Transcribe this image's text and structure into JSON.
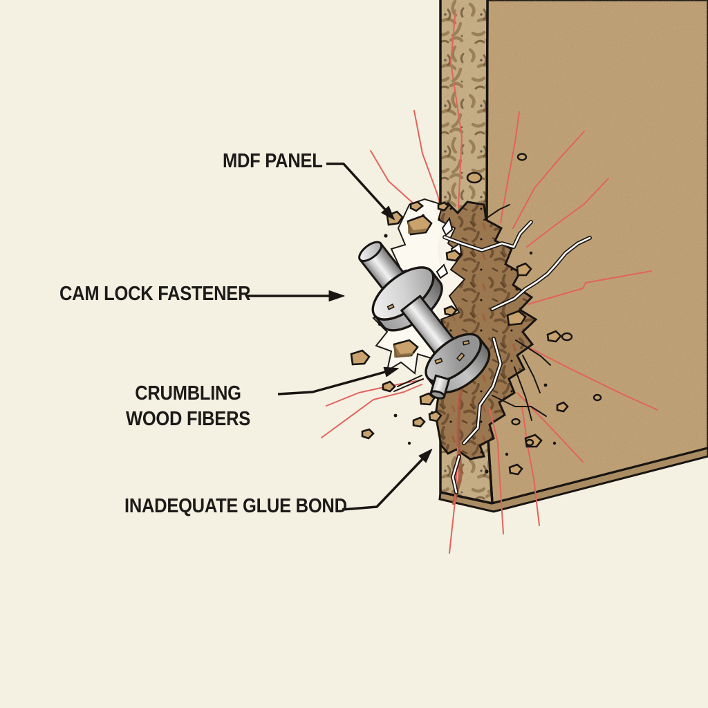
{
  "figure": {
    "type": "technical-illustration",
    "subject": "MDF panel cam-lock fastener pull-out failure",
    "labels": {
      "mdf_panel": "MDF PANEL",
      "cam_lock_fastener": "CAM LOCK FASTENER",
      "crumbling_wood_fibers": "CRUMBLING WOOD FIBERS",
      "inadequate_glue_bond": "INADEQUATE GLUE BOND"
    },
    "colors": {
      "background": "#f4f0e2",
      "panel_face": "#c2a276",
      "panel_edge": "#c8b088",
      "panel_underside": "#aa8c62",
      "damage_fill": "#9b7750",
      "crack_red": "#e2635c",
      "gouge_brown": "#9e5a3d",
      "outline": "#181512",
      "debris": "#c9a26d",
      "flash_white": "#fdfaf1",
      "metal_light": "#f2f2f2",
      "metal_dark": "#6f6f6f",
      "label_text": "#1c1b19"
    }
  }
}
